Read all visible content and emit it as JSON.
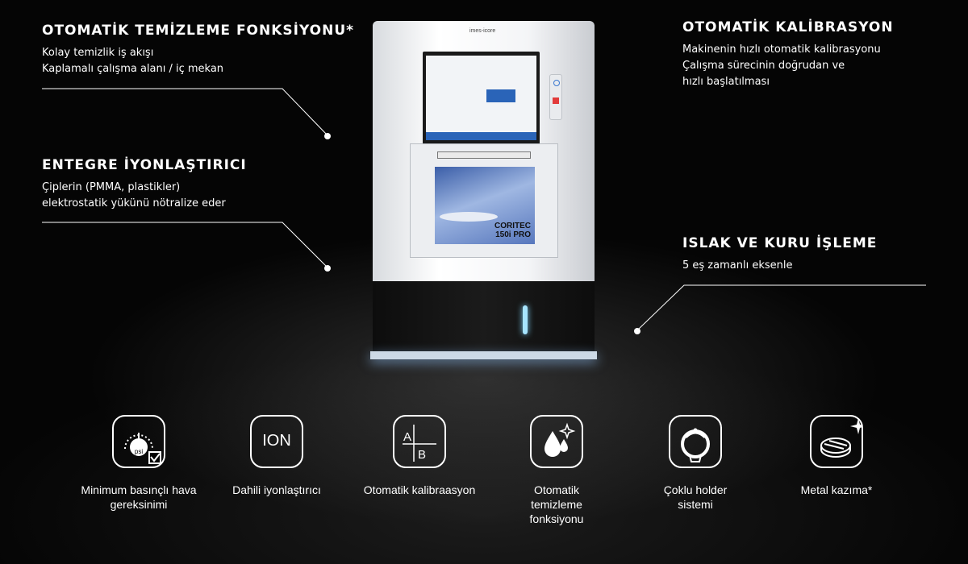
{
  "features": {
    "cleaning": {
      "title": "OTOMATİK TEMİZLEME FONKSİYONU*",
      "line1": "Kolay temizlik iş akışı",
      "line2": "Kaplamalı çalışma alanı / iç mekan"
    },
    "ionizer": {
      "title": "ENTEGRE İYONLAŞTIRICI",
      "line1": "Çiplerin (PMMA, plastikler)",
      "line2": "elektrostatik yükünü nötralize eder"
    },
    "calibration": {
      "title": "OTOMATİK KALİBRASYON",
      "line1": "Makinenin hızlı otomatik kalibrasyonu",
      "line2": "Çalışma sürecinin doğrudan ve",
      "line3": "hızlı başlatılması"
    },
    "wetdry": {
      "title": "ISLAK VE KURU İŞLEME",
      "line1": "5 eş zamanlı eksenle"
    }
  },
  "machine": {
    "brand": "imes-icore",
    "model_line1": "CORITEC",
    "model_line2": "150i PRO",
    "accent_color": "#2a64b8"
  },
  "icons": [
    {
      "icon": "pressure-gauge-icon",
      "label_line1": "Minimum basınçlı hava",
      "label_line2": "gereksinimi",
      "gauge_text": "psi"
    },
    {
      "icon": "ion-icon",
      "label_line1": "Dahili iyonlaştırıcı",
      "label_line2": "",
      "icon_text": "ION"
    },
    {
      "icon": "calibration-ab-icon",
      "label_line1": "Otomatik kalibraasyon",
      "label_line2": "",
      "letter_a": "A",
      "letter_b": "B"
    },
    {
      "icon": "cleaning-drops-icon",
      "label_line1": "Otomatik",
      "label_line2": "temizleme",
      "label_line3": "fonksiyonu"
    },
    {
      "icon": "multi-holder-icon",
      "label_line1": "Çoklu holder",
      "label_line2": "sistemi"
    },
    {
      "icon": "metal-milling-icon",
      "label_line1": "Metal kazıma*",
      "label_line2": ""
    }
  ]
}
